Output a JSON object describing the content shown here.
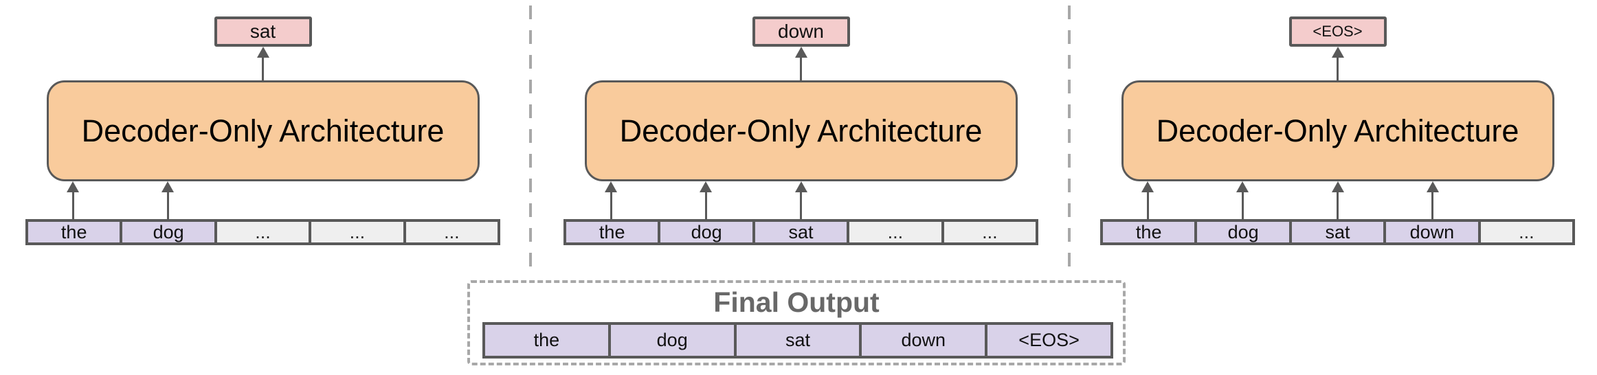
{
  "colors": {
    "decoder_fill": "#F9CB9C",
    "predicted_token_fill": "#F4CCCC",
    "token_fill": "#D9D2E9",
    "placeholder_fill": "#EFEFEF",
    "border_and_arrows": "#595959",
    "dashed_lines": "#A8A8A8",
    "final_output_text": "#686868"
  },
  "panels": [
    {
      "predicted_token": "sat",
      "small_label": false,
      "decoder_label": "Decoder-Only Architecture",
      "input_tokens": [
        {
          "label": "the",
          "type": "token",
          "arrow": true
        },
        {
          "label": "dog",
          "type": "token",
          "arrow": true
        },
        {
          "label": "...",
          "type": "placeholder",
          "arrow": false
        },
        {
          "label": "...",
          "type": "placeholder",
          "arrow": false
        },
        {
          "label": "...",
          "type": "placeholder",
          "arrow": false
        }
      ]
    },
    {
      "predicted_token": "down",
      "small_label": false,
      "decoder_label": "Decoder-Only Architecture",
      "input_tokens": [
        {
          "label": "the",
          "type": "token",
          "arrow": true
        },
        {
          "label": "dog",
          "type": "token",
          "arrow": true
        },
        {
          "label": "sat",
          "type": "token",
          "arrow": true
        },
        {
          "label": "...",
          "type": "placeholder",
          "arrow": false
        },
        {
          "label": "...",
          "type": "placeholder",
          "arrow": false
        }
      ]
    },
    {
      "predicted_token": "<EOS>",
      "small_label": true,
      "decoder_label": "Decoder-Only Architecture",
      "input_tokens": [
        {
          "label": "the",
          "type": "token",
          "arrow": true
        },
        {
          "label": "dog",
          "type": "token",
          "arrow": true
        },
        {
          "label": "sat",
          "type": "token",
          "arrow": true
        },
        {
          "label": "down",
          "type": "token",
          "arrow": true
        },
        {
          "label": "...",
          "type": "placeholder",
          "arrow": false
        }
      ]
    }
  ],
  "final_output": {
    "title": "Final Output",
    "tokens": [
      "the",
      "dog",
      "sat",
      "down",
      "<EOS>"
    ]
  }
}
